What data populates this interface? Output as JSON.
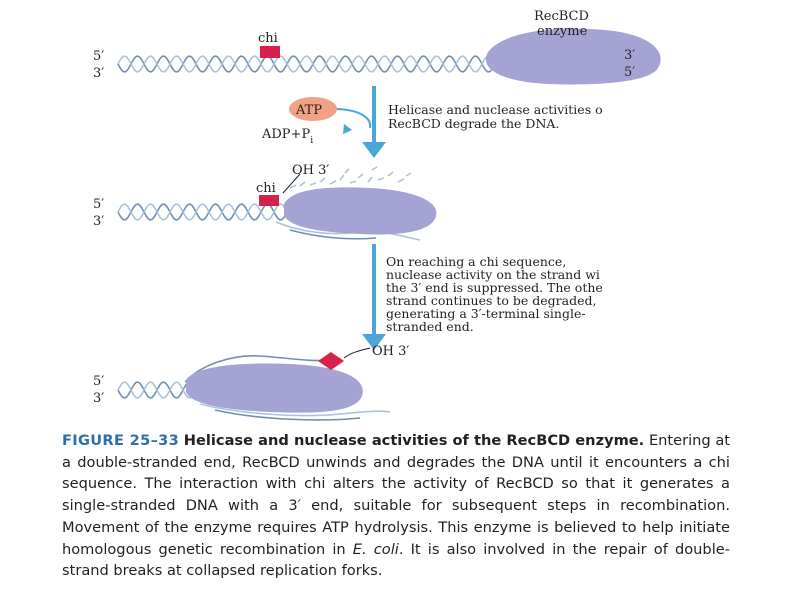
{
  "panel1": {
    "enzyme_line1": "RecBCD",
    "enzyme_line2": "enzyme",
    "chi": "chi",
    "end_5_left": "5′",
    "end_3_left": "3′",
    "end_3_right": "3′",
    "end_5_right": "5′"
  },
  "step1": {
    "atp": "ATP",
    "adp": "ADP+P",
    "adp_sub": "i",
    "note_lines": [
      "Helicase and nuclease activities o",
      "RecBCD degrade the DNA."
    ]
  },
  "panel2": {
    "oh3": "OH 3′",
    "chi": "chi",
    "end_5": "5′",
    "end_3": "3′"
  },
  "step2": {
    "note_lines": [
      "On reaching a chi sequence,",
      "nuclease activity on the strand wi",
      "the 3′ end is suppressed. The othe",
      "strand continues to be degraded,",
      "generating a 3′-terminal single-",
      "stranded end."
    ]
  },
  "panel3": {
    "oh3": "OH 3′",
    "end_5": "5′",
    "end_3": "3′"
  },
  "caption": {
    "number": "FIGURE 25–33",
    "title": "Helicase and nuclease activities of the RecBCD enzyme.",
    "body_1": "Entering at a double-stranded end, RecBCD unwinds and degrades the DNA until it encounters a chi sequence. The interaction with chi alters the activity of RecBCD so that it generates a single-stranded DNA with a 3′ end, suitable for subsequent steps in recombination. Movement of the enzyme requires ATP hydrolysis. This enzyme is believed to help initiate homologous genetic recombination in ",
    "organism": "E. coli",
    "body_2": ". It is also involved in the repair of double-strand breaks at collapsed replication forks."
  },
  "colors": {
    "enzyme": "#a4a3d3",
    "chi_site": "#d6214a",
    "arrow": "#4aa6d8",
    "atp_oval": "#f3a185",
    "figure_number": "#2f6fa8",
    "strand_dark": "#6f8fb0",
    "strand_light": "#a9c3da"
  }
}
